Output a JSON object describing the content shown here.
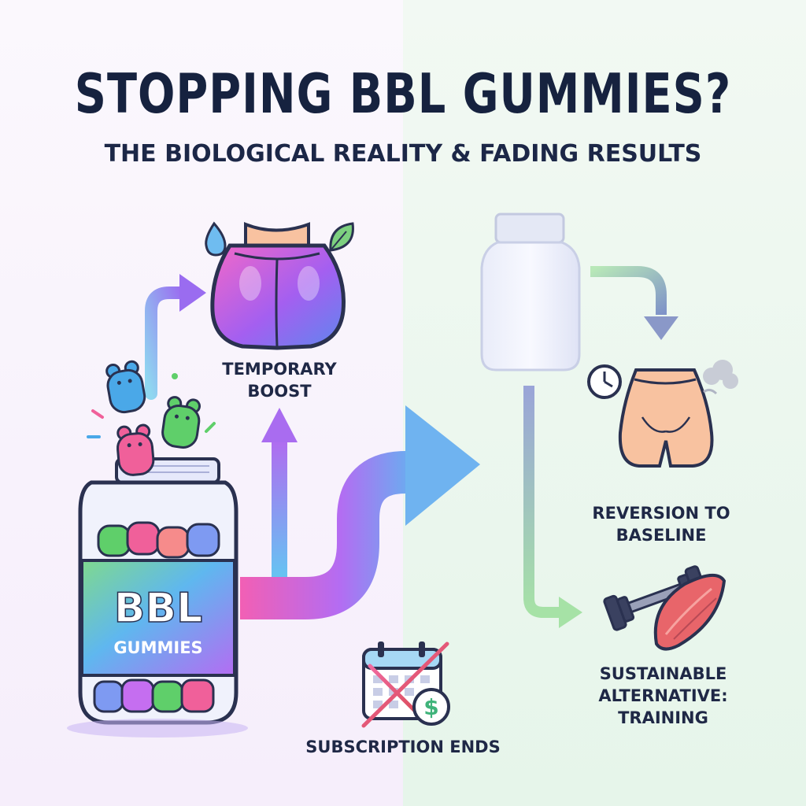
{
  "title": "STOPPING BBL GUMMIES?",
  "subtitle": "THE BIOLOGICAL REALITY & FADING RESULTS",
  "jar_label": {
    "line1": "BBL",
    "line2": "GUMMIES"
  },
  "labels": {
    "temporary_boost": [
      "TEMPORARY",
      "BOOST"
    ],
    "reversion": [
      "REVERSION TO",
      "BASELINE"
    ],
    "sustainable": [
      "SUSTAINABLE",
      "ALTERNATIVE:",
      "TRAINING"
    ],
    "subscription_ends": [
      "SUBSCRIPTION ENDS"
    ]
  },
  "colors": {
    "title": "#16223f",
    "outline": "#2a3150",
    "gummy_pink": "#f0609a",
    "gummy_green": "#5fcf6a",
    "gummy_blue": "#4aa8e8",
    "arrow_purple": "#a86cf0",
    "arrow_pink": "#f25fb4",
    "arrow_blue": "#6aa6ef",
    "arrow_green": "#9ed9a2",
    "skin": "#f8c2a0",
    "cross_red": "#e04a6c",
    "dollar_green": "#3fb37a"
  },
  "icons": [
    "gummy-bear-icon",
    "water-drop-icon",
    "leaf-icon",
    "clock-icon",
    "puff-cloud-icon",
    "dumbbell-icon",
    "muscle-icon",
    "calendar-icon",
    "dollar-coin-icon"
  ]
}
